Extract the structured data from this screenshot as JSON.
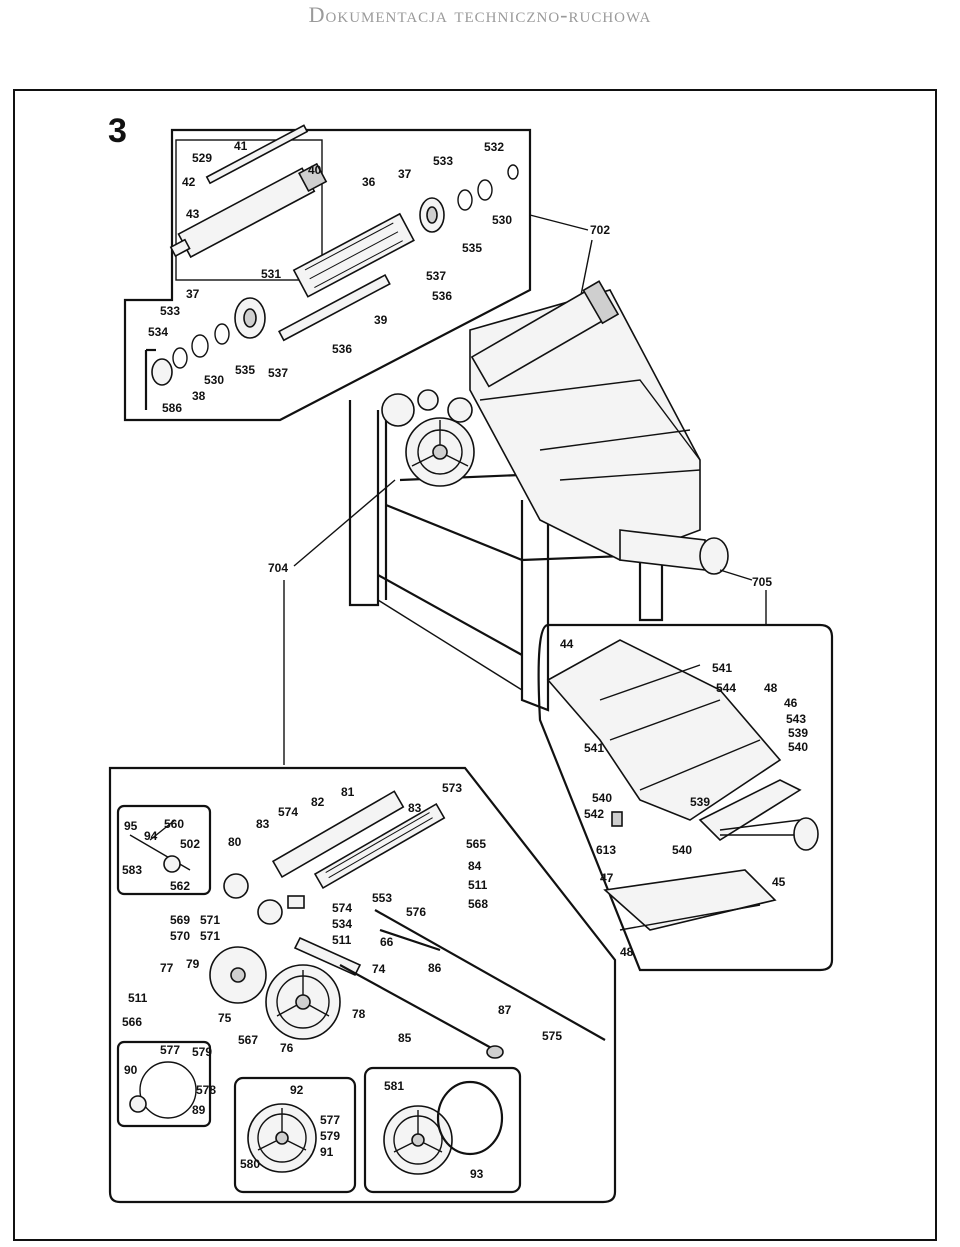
{
  "header": {
    "title": "Dokumentacja techniczno-ruchowa"
  },
  "figure": {
    "number": "3"
  },
  "callouts": {
    "c702": "702",
    "c704": "704",
    "c705": "705",
    "top": [
      "41",
      "529",
      "42",
      "40",
      "36",
      "43",
      "37",
      "533",
      "532",
      "530",
      "535",
      "531",
      "537",
      "536",
      "39",
      "536",
      "537",
      "535",
      "530",
      "38",
      "534",
      "533",
      "37",
      "586"
    ],
    "hopper": [
      "44",
      "541",
      "544",
      "48",
      "46",
      "543",
      "539",
      "540",
      "541",
      "540",
      "542",
      "539",
      "613",
      "540",
      "45",
      "47",
      "48"
    ],
    "drive": [
      "573",
      "82",
      "81",
      "574",
      "83",
      "565",
      "84",
      "511",
      "568",
      "80",
      "83",
      "574",
      "534",
      "511",
      "569",
      "571",
      "570",
      "571",
      "553",
      "576",
      "66",
      "86",
      "74",
      "87",
      "575",
      "85",
      "78",
      "76",
      "79",
      "77",
      "511",
      "566",
      "75",
      "567",
      "95",
      "94",
      "560",
      "502",
      "583",
      "562",
      "577",
      "579",
      "90",
      "578",
      "89",
      "581",
      "93",
      "92",
      "577",
      "579",
      "91",
      "580"
    ]
  }
}
